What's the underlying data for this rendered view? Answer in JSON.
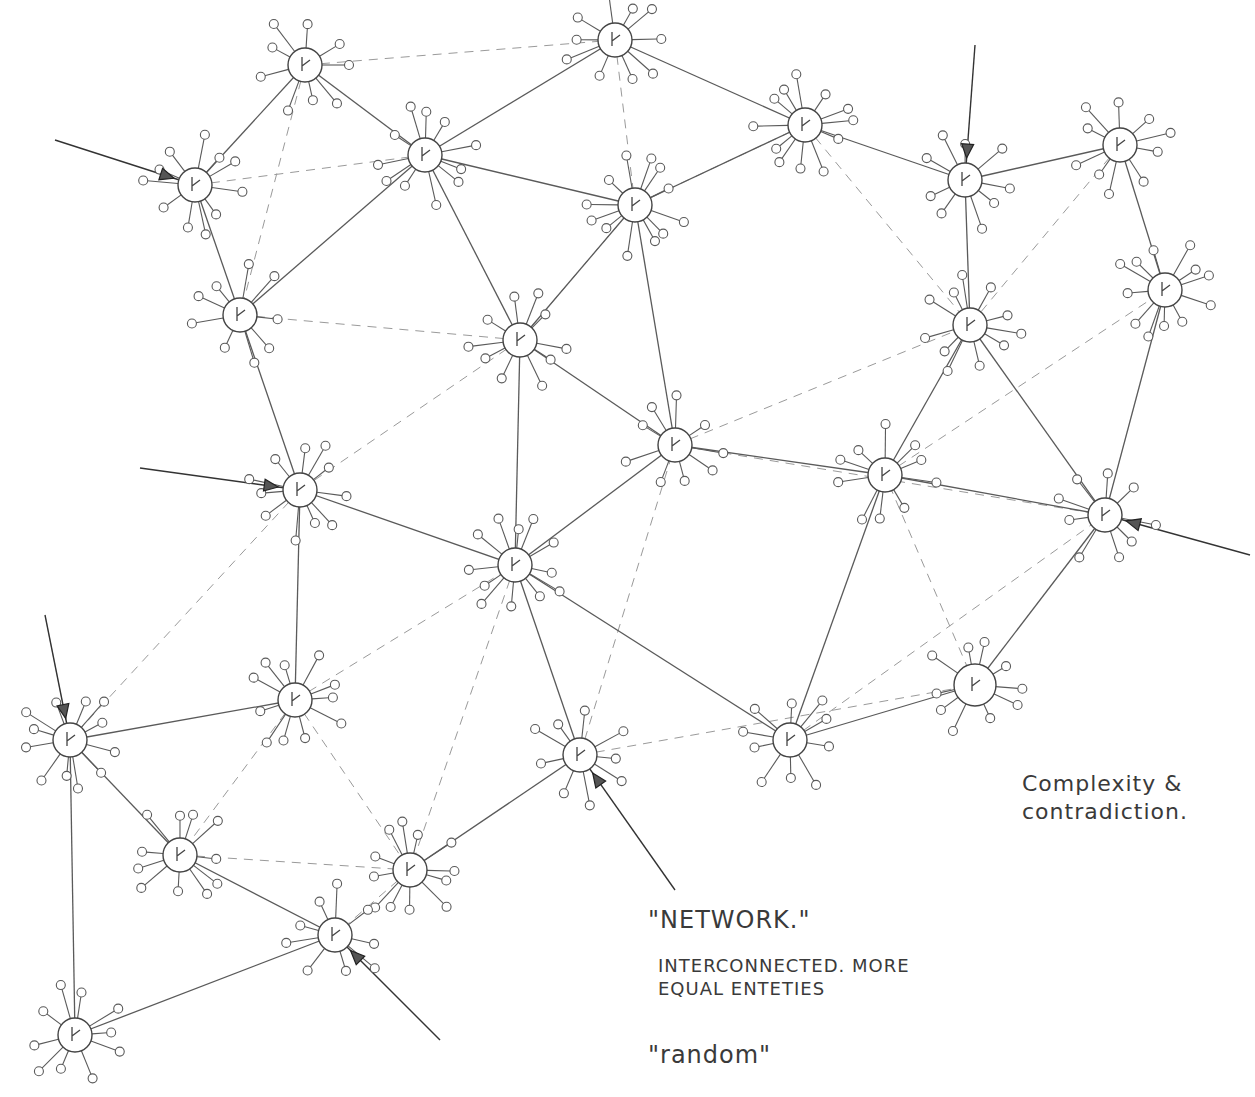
{
  "diagram": {
    "labels": [
      "\"NETWORK.\"",
      "INTERCONNECTED. MORE EQUAL ENTETIES",
      "\"random\"",
      "Complexity & contradiction."
    ]
  }
}
